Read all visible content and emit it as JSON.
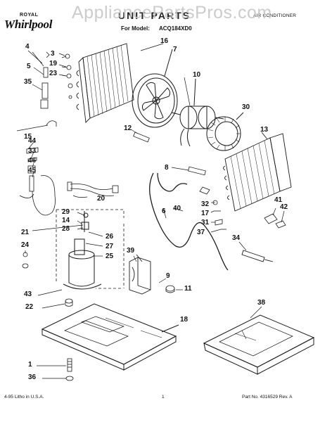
{
  "header": {
    "brand_top": "ROYAL",
    "brand": "Whirlpool",
    "title": "UNIT PARTS",
    "model_label": "For Model:",
    "model": "ACQ184XD0",
    "category": "AIR CONDITIONER"
  },
  "watermark": "AppliancePartsPros.com",
  "footer": {
    "left": "4-95 Litho in U.S.A.",
    "page": "1",
    "part_no": "Part No. 4316529 Rev. A"
  },
  "callouts": [
    "4",
    "3",
    "19",
    "23",
    "5",
    "35",
    "16",
    "7",
    "10",
    "30",
    "13",
    "12",
    "15",
    "44",
    "33",
    "46",
    "45",
    "8",
    "20",
    "29",
    "14",
    "21",
    "28",
    "6",
    "40",
    "32",
    "17",
    "31",
    "37",
    "41",
    "42",
    "26",
    "27",
    "25",
    "24",
    "34",
    "39",
    "9",
    "11",
    "43",
    "22",
    "38",
    "18",
    "1",
    "36"
  ]
}
